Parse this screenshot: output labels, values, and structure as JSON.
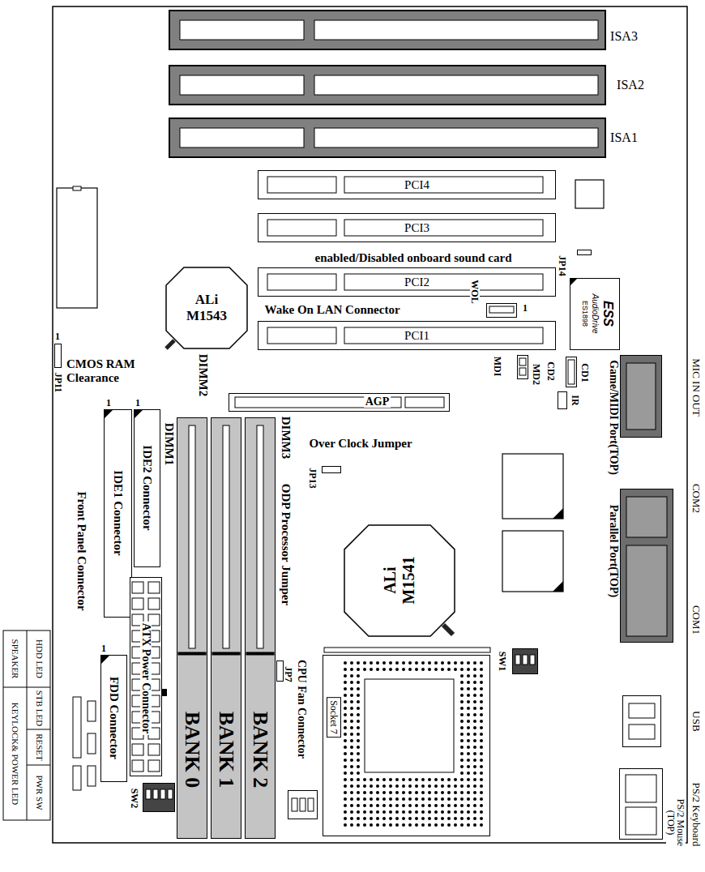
{
  "diagram": {
    "nodes": [
      {
        "text": [
          "ISA3"
        ]
      },
      {
        "text": [
          "ISA2"
        ]
      },
      {
        "text": [
          "ISA1"
        ]
      },
      {
        "text": [
          "PCI4"
        ]
      },
      {
        "text": [
          "PCI3"
        ]
      },
      {
        "text": [
          "PCI2"
        ]
      },
      {
        "text": [
          "PCI1"
        ]
      },
      {
        "text": [
          "ALi M1543"
        ]
      },
      {
        "text": [
          "ESS",
          "AudioDrive",
          "ES1898"
        ]
      },
      {
        "text": [
          "WOL"
        ]
      },
      {
        "text": [
          "JP14"
        ]
      },
      {
        "text": [
          "JP11"
        ]
      },
      {
        "text": [
          "AGP"
        ]
      },
      {
        "text": [
          "BANK 0"
        ]
      },
      {
        "text": [
          "BANK 1"
        ]
      },
      {
        "text": [
          "BANK 2"
        ]
      },
      {
        "text": [
          "IDE1 Connector"
        ]
      },
      {
        "text": [
          "IDE2 Connector"
        ]
      },
      {
        "text": [
          "ATX Power Connector"
        ]
      },
      {
        "text": [
          "FDD Connector"
        ]
      },
      {
        "text": [
          "JP13"
        ]
      },
      {
        "text": [
          "ALi M1541"
        ]
      },
      {
        "text": [
          "JP7"
        ]
      },
      {
        "text": [
          "Socket 7"
        ]
      },
      {
        "text": [
          "SW1"
        ]
      },
      {
        "text": [
          "SW2"
        ]
      },
      {
        "text": [
          "MD2"
        ]
      },
      {
        "text": [
          "CD1"
        ]
      },
      {
        "text": [
          "IR"
        ]
      },
      {
        "text": [
          "Game/MIDI Port(TOP)",
          "MIC IN OUT"
        ]
      },
      {
        "text": [
          "Parallel Port(TOP)",
          "COM2",
          "COM1"
        ]
      },
      {
        "text": [
          "USB"
        ]
      },
      {
        "text": [
          "PS/2 Keyboard",
          "PS/2 Mouse (TOP)"
        ]
      },
      {
        "text": [
          "CPU Fan Connector"
        ]
      }
    ],
    "labels": [
      "enabled/Disabled onboard sound card",
      "Wake On LAN Connector",
      "1",
      "CMOS RAM Clearance",
      "1",
      "DIMM2",
      "DIMM1",
      "DIMM3",
      "ODP Processor Jumper",
      "Over Clock Jumper",
      "MDI",
      "CD2",
      "1",
      "1",
      "1",
      "Front Panel Connector",
      "HDD LED",
      "STB LED",
      "RESET",
      "PWR SW",
      "SPEAKER",
      "KEYLOCK& POWER LED"
    ]
  }
}
